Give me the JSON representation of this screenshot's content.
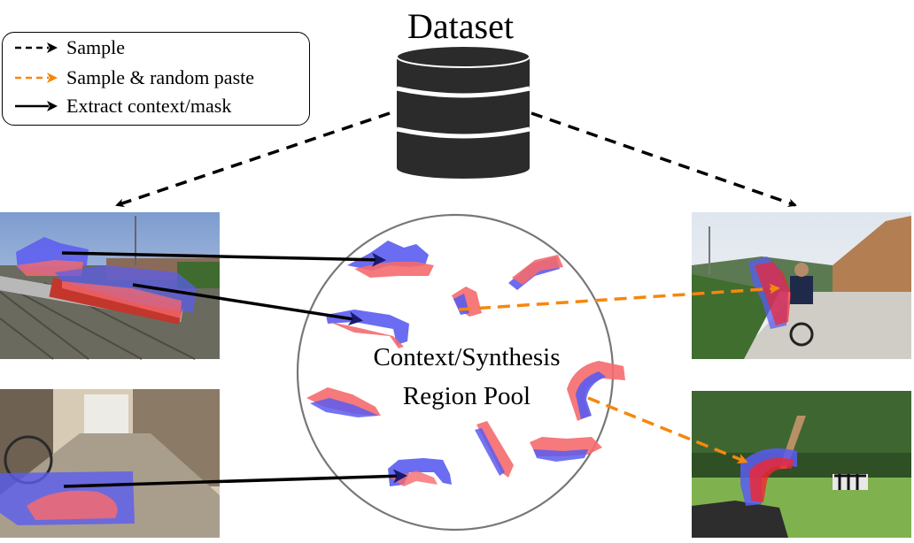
{
  "title": "Dataset",
  "legend": {
    "items": [
      {
        "label": "Sample",
        "style": "dashed",
        "color": "#000000"
      },
      {
        "label": "Sample & random paste",
        "style": "dashed",
        "color": "#f5870f"
      },
      {
        "label": "Extract context/mask",
        "style": "solid",
        "color": "#000000"
      }
    ]
  },
  "pool": {
    "line1": "Context/Synthesis",
    "line2": "Region Pool"
  },
  "colors": {
    "context_blue": "#5a5cf0",
    "synthesis_red": "#f56a6e",
    "paste_orange": "#f5870f",
    "pool_border": "#777777"
  }
}
